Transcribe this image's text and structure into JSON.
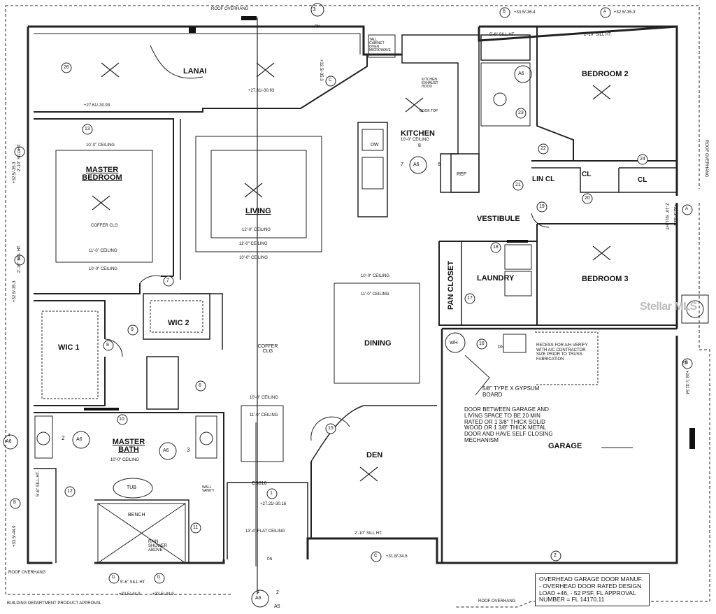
{
  "rooms": {
    "lanai": "LANAI",
    "master_bedroom": "MASTER BEDROOM",
    "living": "LIVING",
    "kitchen": "KITCHEN",
    "bedroom2": "BEDROOM 2",
    "bedroom3": "BEDROOM 3",
    "vestibule": "VESTIBULE",
    "laundry": "LAUNDRY",
    "pan_closet": "PAN CLOSET",
    "wic1": "WIC 1",
    "wic2": "WIC 2",
    "dining": "DINING",
    "master_bath": "MASTER BATH",
    "den": "DEN",
    "garage": "GARAGE",
    "lin_cl": "LIN CL",
    "cl1": "CL",
    "cl2": "CL"
  },
  "ceilings": {
    "master_coffer": "COFFER CLG",
    "master_10": "10'-0\" CEILING",
    "master_11": "11'-0\" CEILING",
    "master_10b": "10'-0\" CEILING",
    "living_12": "12'-0\" CEILING",
    "living_11": "11'-0\" CEILING",
    "living_10": "10'-0\" CEILING",
    "kitchen": "10'-0\" CEILING",
    "dining_10": "10'-0\" CEILING",
    "dining_11": "11'-0\" CEILING",
    "coffer_clg": "COFFER CLG",
    "hall_10": "10'-0\" CEILING",
    "hall_11": "11'-0\" CEILING",
    "bath": "10'-0\" CEILING",
    "flat": "13'-4\" FLAT CEILING"
  },
  "labels": {
    "roof_overhang_top": "ROOF OVERHANG",
    "roof_overhang_left": "ROOF OVERHANG",
    "roof_overhang_bottom": "ROOF OVERHANG",
    "roof_overhang_right": "ROOF OVERHANG",
    "sill_5_6_top": "5'-6\" SILL HT.",
    "sill_2_10_top": "2'-10\" SILL HT.",
    "sill_2_10_left1": "2'-10\" SILL HT.",
    "sill_2_10_left2": "2'-10\" SILL HT.",
    "sill_5_6_left": "5'-6\" SILL HT.",
    "sill_2_10_den": "2'-10\" SILL HT.",
    "sill_5_6_bottom": "5'-6\" SILL HT.",
    "sill_2_10_right": "2'-10\" SILL HT.",
    "tall_cabinet": "TALL CABINET OVEN MICROWAVE",
    "exhaust": "KITCHEN EXHAUST HOOD",
    "cooktop": "COOK TOP",
    "dw": "DW",
    "ref": "REF",
    "tub": "TUB",
    "bench": "BENCH",
    "rain_shower": "RAIN SHOWER ABOVE",
    "wh": "WH",
    "dn": "DN",
    "cb816": "CB816",
    "lanai_dim1": "+27.61/-30.93",
    "lanai_dim2": "+27.61/-30.93",
    "lanai_dim3": "+32.5/-35.3",
    "top_dim1": "+33.5/-36.4",
    "top_dim2": "+32.5/-35.3",
    "left_dim1": "+32.5/-35.3",
    "left_dim2": "+32.5/-35.3",
    "left_dim3": "+33.5/-44.9",
    "bottom_dim1": "+33.5/-44.9",
    "bottom_dim2": "+33.5/-44.9",
    "den_dim": "+31.8/-34.6",
    "entry_dim": "+27.21/-30.16",
    "right_dim1": "+32.5/-35.3",
    "right_dim2": "+28.7/-31.54",
    "gypsum": "5/8\" TYPE X GYPSUM BOARD",
    "door_note": "DOOR BETWEEN GARAGE AND LIVING SPACE TO BE 20 MIN RATED OR 1 3/8\" THICK SOLID WOOD OR 1 3/8\" THICK METAL DOOR AND HAVE SELF CLOSING MECHANISM",
    "recess_note": "RECESS FOR A/H VERIFY WITH A/C CONTRACTOR SIZE PRIOR TO TRUSS FABRICATION",
    "garage_door_note": "OVERHEAD GARAGE DOOR MANUF. - OVERHEAD DOOR RATED DESIGN LOAD +46, - 52 PSF, FL APPROVAL NUMBER = FL 14170.11",
    "building_dept": "BUILDING DEPARTMENT PRODUCT APPROVAL",
    "dn_top": "DN",
    "dn_bottom": "DN",
    "watermark": "Stellar MLS",
    "wall_vanity": "WALL VANITY"
  },
  "markers": {
    "m2": "2",
    "m3": "3",
    "m6": "6",
    "m7": "7",
    "m8": "8",
    "m9": "9",
    "m10": "10",
    "m11": "11",
    "m12": "12",
    "m13": "13",
    "m15": "15",
    "m16": "16",
    "m17": "17",
    "m18": "18",
    "m19": "19",
    "m20": "20",
    "m21": "21",
    "m22": "22",
    "m23": "23",
    "m24": "24",
    "m25": "25",
    "m26": "26",
    "m1": "1",
    "m2b": "2"
  },
  "section_tags": {
    "a6": "A6",
    "kitchen_7": "7",
    "kitchen_6": "6",
    "kitchen_8": "8",
    "s3": "3",
    "sA": "A",
    "sB": "B",
    "sC": "C",
    "sD": "D",
    "s4": "4",
    "s1": "1",
    "s2": "2",
    "a5": "A5"
  }
}
